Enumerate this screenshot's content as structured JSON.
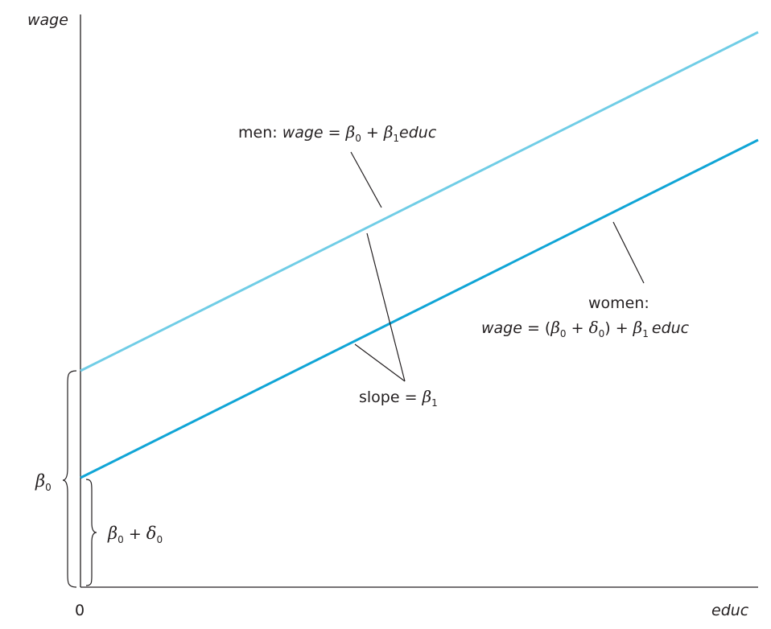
{
  "axes": {
    "y_label": "wage",
    "x_label": "educ",
    "origin_label": "0"
  },
  "lines": {
    "men_color": "#70cde6",
    "women_color": "#10a5d6",
    "axis_color": "#231f20"
  },
  "labels": {
    "men": {
      "prefix": "men: ",
      "wage": "wage",
      "equals": " = ",
      "beta": "β",
      "sub0": "0",
      "plus": " + ",
      "sub1": "1",
      "educ": "educ"
    },
    "women": {
      "title": "women:",
      "wage": "wage",
      "eq_open": " = (",
      "beta": "β",
      "sub0": "0",
      "plus": " + ",
      "delta": "δ",
      "sub0b": "0",
      "close_plus": ") + ",
      "sub1": "1",
      "educ": "educ"
    },
    "slope": {
      "text": "slope = ",
      "beta": "β",
      "sub1": "1"
    },
    "beta0": {
      "beta": "β",
      "sub0": "0"
    },
    "beta0_delta0": {
      "beta": "β",
      "sub0": "0",
      "plus": " + ",
      "delta": "δ",
      "sub0b": "0"
    }
  }
}
